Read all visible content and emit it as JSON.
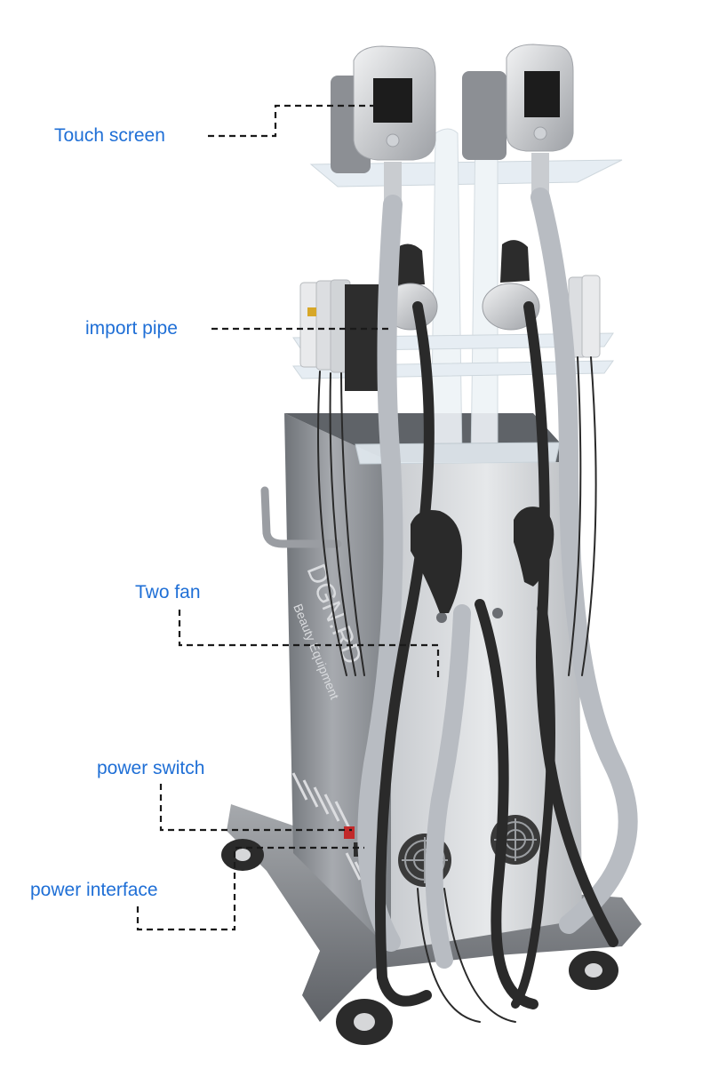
{
  "theme": {
    "label_color": "#1f6fd6",
    "leader_color": "#1a1a1a",
    "cabinet_color": "#8a8d92",
    "cable_color": "#2a2a2a",
    "sleeve_color": "#b8bcc2"
  },
  "device": {
    "brand_text": "DGN.RD",
    "sub_text": "Beauty Equipment"
  },
  "callouts": [
    {
      "id": "touch-screen",
      "label": "Touch screen"
    },
    {
      "id": "import-pipe",
      "label": "import pipe"
    },
    {
      "id": "two-fan",
      "label": "Two fan"
    },
    {
      "id": "power-switch",
      "label": "power switch"
    },
    {
      "id": "power-interface",
      "label": "power interface"
    }
  ]
}
